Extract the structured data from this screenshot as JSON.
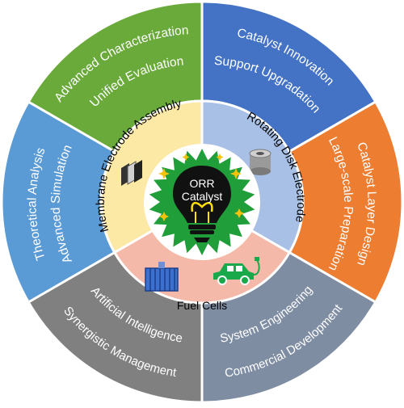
{
  "center": {
    "title_line1": "ORR",
    "title_line2": "Catalyst"
  },
  "inner_ring": {
    "membrane": "Membrane Electrode Assembly",
    "rde": "Rotating Disk Electrode",
    "fuel_cells": "Fuel Cells"
  },
  "outer_ring": {
    "green": {
      "line1": "Advanced Characterization",
      "line2": "Unified Evaluation"
    },
    "blue": {
      "line1": "Catalyst Innovation",
      "line2": "Support Upgradation"
    },
    "orange": {
      "line1": "Catalyst Layer Design",
      "line2": "Large-scale Preparation"
    },
    "slate": {
      "line1": "System Engineering",
      "line2": "Commercial Development"
    },
    "gray": {
      "line1": "Artificial Intelligence",
      "line2": "Synergistic Management"
    },
    "lightblue": {
      "line1": "Theoretical Analysis",
      "line2": "Advanced Simulation"
    }
  },
  "colors": {
    "green": "#6aaa3a",
    "blue": "#4472c4",
    "orange": "#ed7d31",
    "slate": "#7f8da3",
    "gray": "#808080",
    "lightblue": "#5b9bd5",
    "membrane_bg": "#fde9a6",
    "rde_bg": "#a9c0e6",
    "fuelcell_bg": "#f4b9a8",
    "burst": "#1f9e3a"
  },
  "icons": [
    "membrane-stack-icon",
    "rotating-disk-icon",
    "fuel-cell-stack-icon",
    "electric-car-icon",
    "lightbulb-icon"
  ]
}
